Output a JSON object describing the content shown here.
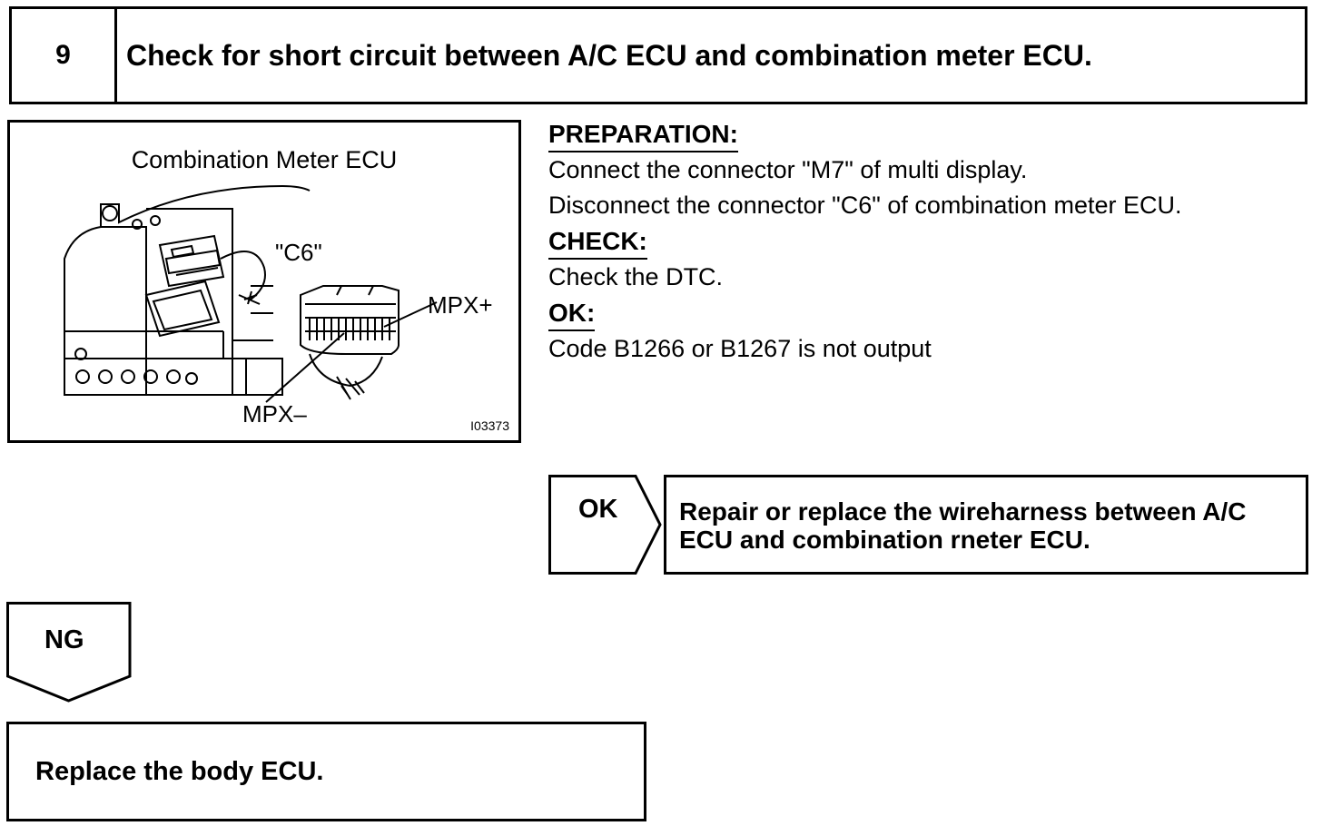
{
  "step": {
    "number": "9",
    "title": "Check for short circuit between A/C ECU and combination meter ECU."
  },
  "figure": {
    "title": "Combination Meter ECU",
    "connector_label": "\"C6\"",
    "mpx_plus": "MPX+",
    "mpx_minus": "MPX–",
    "figure_id": "I03373"
  },
  "instructions": {
    "preparation_heading": "PREPARATION:",
    "preparation_lines": [
      "Connect the connector \"M7\" of multi display.",
      "Disconnect the connector \"C6\" of combination meter ECU."
    ],
    "check_heading": "CHECK:",
    "check_line": "Check the DTC.",
    "ok_heading": "OK:",
    "ok_line": "Code B1266 or B1267 is not output"
  },
  "ok_branch": {
    "label": "OK",
    "result_line1": "Repair or replace the wireharness between A/C",
    "result_line2": "ECU and combination rneter ECU."
  },
  "ng_branch": {
    "label": "NG",
    "result": "Replace the body ECU."
  }
}
